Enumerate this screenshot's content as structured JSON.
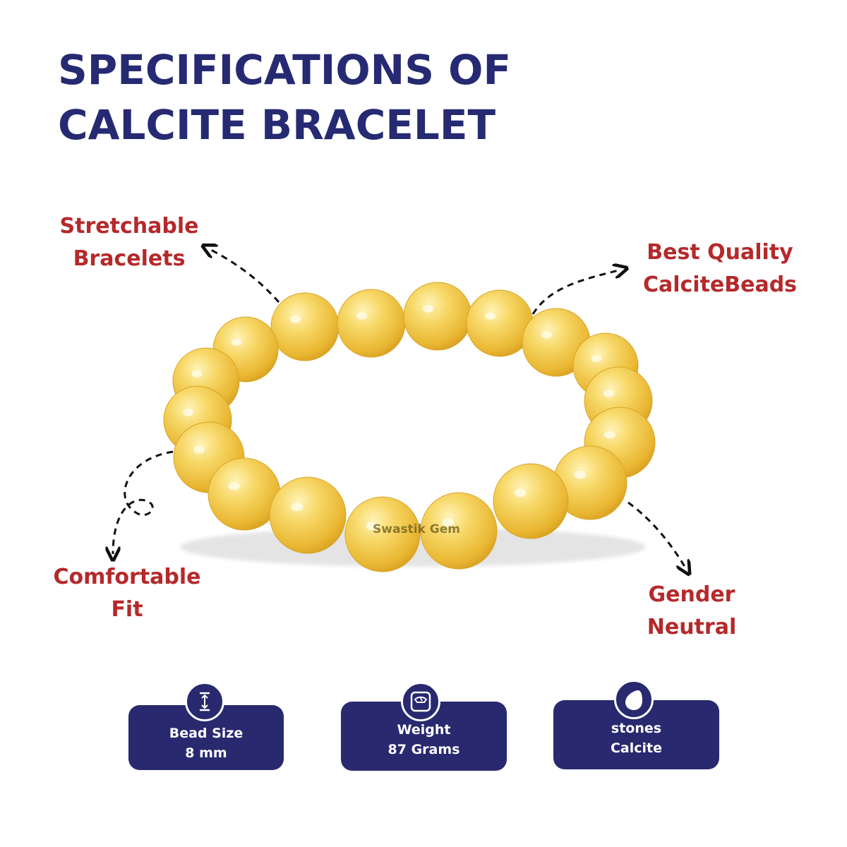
{
  "title": {
    "line1": "SPECIFICATIONS OF",
    "line2": "CALCITE BRACELET"
  },
  "features": {
    "stretchable": {
      "line1": "Stretchable",
      "line2": "Bracelets"
    },
    "quality": {
      "line1": "Best Quality",
      "line2": "CalciteBeads"
    },
    "comfort": {
      "line1": "Comfortable",
      "line2": "Fit"
    },
    "gender": {
      "line1": "Gender",
      "line2": "Neutral"
    }
  },
  "product": {
    "watermark": "Swastik Gem",
    "bead_color": "#f1c84a"
  },
  "specs": {
    "size": {
      "label": "Bead Size",
      "value": "8 mm",
      "icon": "vertical-measure-icon"
    },
    "weight": {
      "label": "Weight",
      "value": "87 Grams",
      "icon": "scale-icon"
    },
    "stone": {
      "label": "stones",
      "value": "Calcite",
      "icon": "stone-drop-icon"
    }
  },
  "colors": {
    "title": "#262a72",
    "feature_text": "#b5292b",
    "card_bg": "#28296f",
    "card_text": "#ffffff"
  }
}
